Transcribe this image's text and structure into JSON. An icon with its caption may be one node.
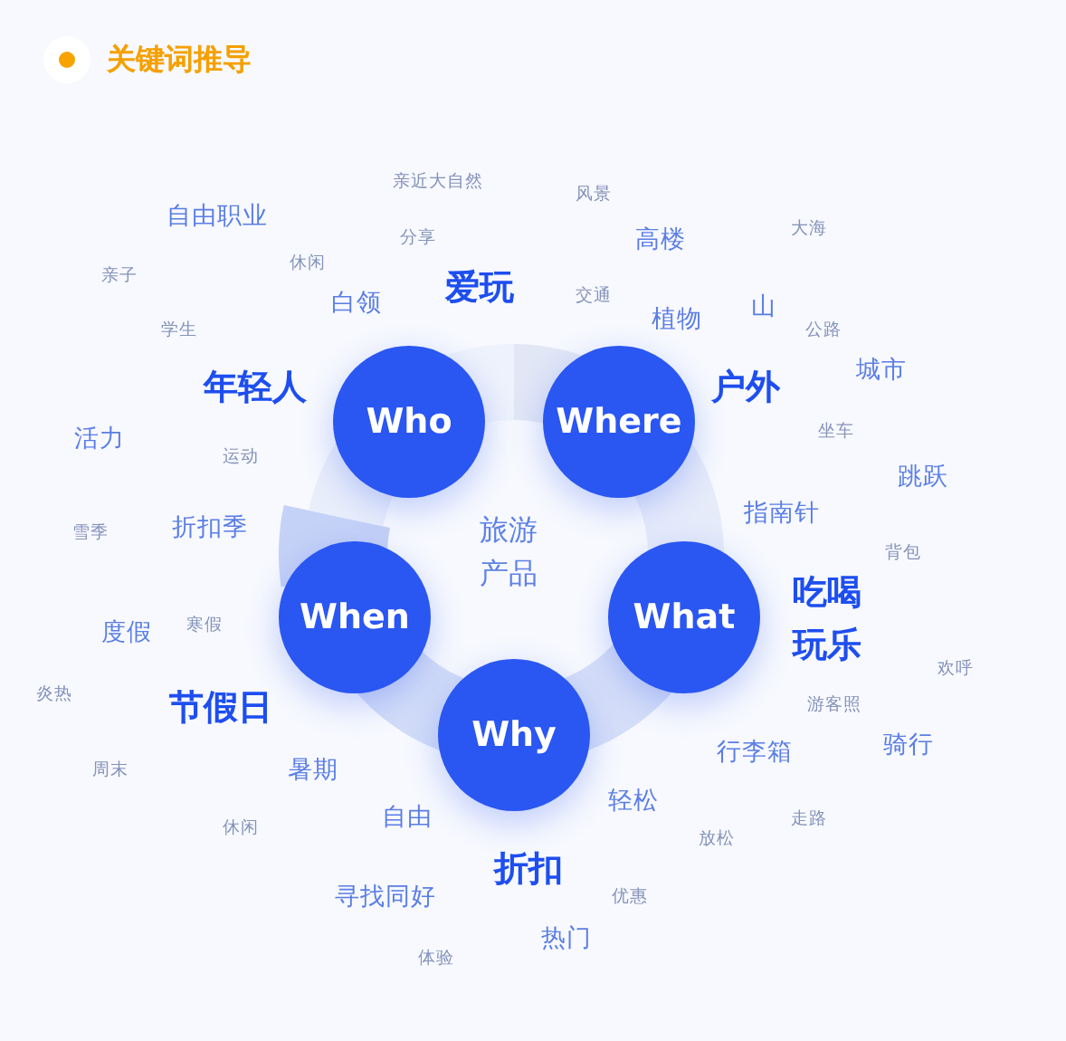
{
  "diagram": {
    "title": "关键词推导",
    "nodes": [
      {
        "text": [
          "Who"
        ]
      },
      {
        "text": [
          "Where"
        ]
      },
      {
        "text": [
          "When"
        ]
      },
      {
        "text": [
          "What"
        ]
      },
      {
        "text": [
          "Why"
        ]
      }
    ],
    "labels": [
      "亲近大自然",
      "风景",
      "自由职业",
      "大海",
      "分享",
      "高楼",
      "休闲",
      "亲子",
      "爱玩",
      "交通",
      "白领",
      "山",
      "植物",
      "学生",
      "公路",
      "城市",
      "年轻人",
      "户外",
      "坐车",
      "活力",
      "运动",
      "跳跃",
      "指南针",
      "雪季",
      "折扣季",
      "旅游产品",
      "背包",
      "吃喝玩乐",
      "寒假",
      "度假",
      "欢呼",
      "炎热",
      "游客照",
      "节假日",
      "行李箱",
      "骑行",
      "周末",
      "暑期",
      "轻松",
      "自由",
      "走路",
      "休闲",
      "放松",
      "折扣",
      "寻找同好",
      "优惠",
      "热门",
      "体验"
    ]
  }
}
